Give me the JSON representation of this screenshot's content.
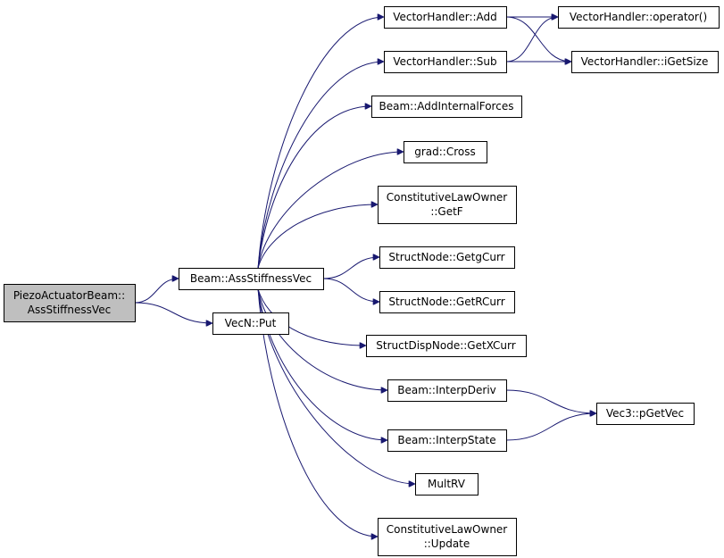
{
  "nodes": {
    "root": {
      "lines": [
        "PiezoActuatorBeam::",
        "AssStiffnessVec"
      ]
    },
    "beam_ass": {
      "lines": [
        "Beam::AssStiffnessVec"
      ]
    },
    "vecn_put": {
      "lines": [
        "VecN::Put"
      ]
    },
    "vh_add": {
      "lines": [
        "VectorHandler::Add"
      ]
    },
    "vh_sub": {
      "lines": [
        "VectorHandler::Sub"
      ]
    },
    "beam_addint": {
      "lines": [
        "Beam::AddInternalForces"
      ]
    },
    "grad_cross": {
      "lines": [
        "grad::Cross"
      ]
    },
    "clo_getf": {
      "lines": [
        "ConstitutiveLawOwner",
        "::GetF"
      ]
    },
    "sn_getg": {
      "lines": [
        "StructNode::GetgCurr"
      ]
    },
    "sn_getr": {
      "lines": [
        "StructNode::GetRCurr"
      ]
    },
    "sdn_getx": {
      "lines": [
        "StructDispNode::GetXCurr"
      ]
    },
    "beam_ideriv": {
      "lines": [
        "Beam::InterpDeriv"
      ]
    },
    "beam_istate": {
      "lines": [
        "Beam::InterpState"
      ]
    },
    "multrv": {
      "lines": [
        "MultRV"
      ]
    },
    "clo_update": {
      "lines": [
        "ConstitutiveLawOwner",
        "::Update"
      ]
    },
    "vh_op": {
      "lines": [
        "VectorHandler::operator()"
      ]
    },
    "vh_igetsize": {
      "lines": [
        "VectorHandler::iGetSize"
      ]
    },
    "vec3_pget": {
      "lines": [
        "Vec3::pGetVec"
      ]
    }
  },
  "edges": [
    [
      "root",
      "beam_ass"
    ],
    [
      "root",
      "vecn_put"
    ],
    [
      "beam_ass",
      "vh_add"
    ],
    [
      "beam_ass",
      "vh_sub"
    ],
    [
      "beam_ass",
      "beam_addint"
    ],
    [
      "beam_ass",
      "grad_cross"
    ],
    [
      "beam_ass",
      "clo_getf"
    ],
    [
      "beam_ass",
      "sn_getg"
    ],
    [
      "beam_ass",
      "sn_getr"
    ],
    [
      "beam_ass",
      "sdn_getx"
    ],
    [
      "beam_ass",
      "beam_ideriv"
    ],
    [
      "beam_ass",
      "beam_istate"
    ],
    [
      "beam_ass",
      "multrv"
    ],
    [
      "beam_ass",
      "clo_update"
    ],
    [
      "vh_add",
      "vh_op"
    ],
    [
      "vh_add",
      "vh_igetsize"
    ],
    [
      "vh_sub",
      "vh_op"
    ],
    [
      "vh_sub",
      "vh_igetsize"
    ],
    [
      "beam_ideriv",
      "vec3_pget"
    ],
    [
      "beam_istate",
      "vec3_pget"
    ]
  ],
  "colors": {
    "edge": "#191970",
    "root_fill": "#bfbfbf",
    "node_fill": "#ffffff",
    "border": "#000000"
  }
}
